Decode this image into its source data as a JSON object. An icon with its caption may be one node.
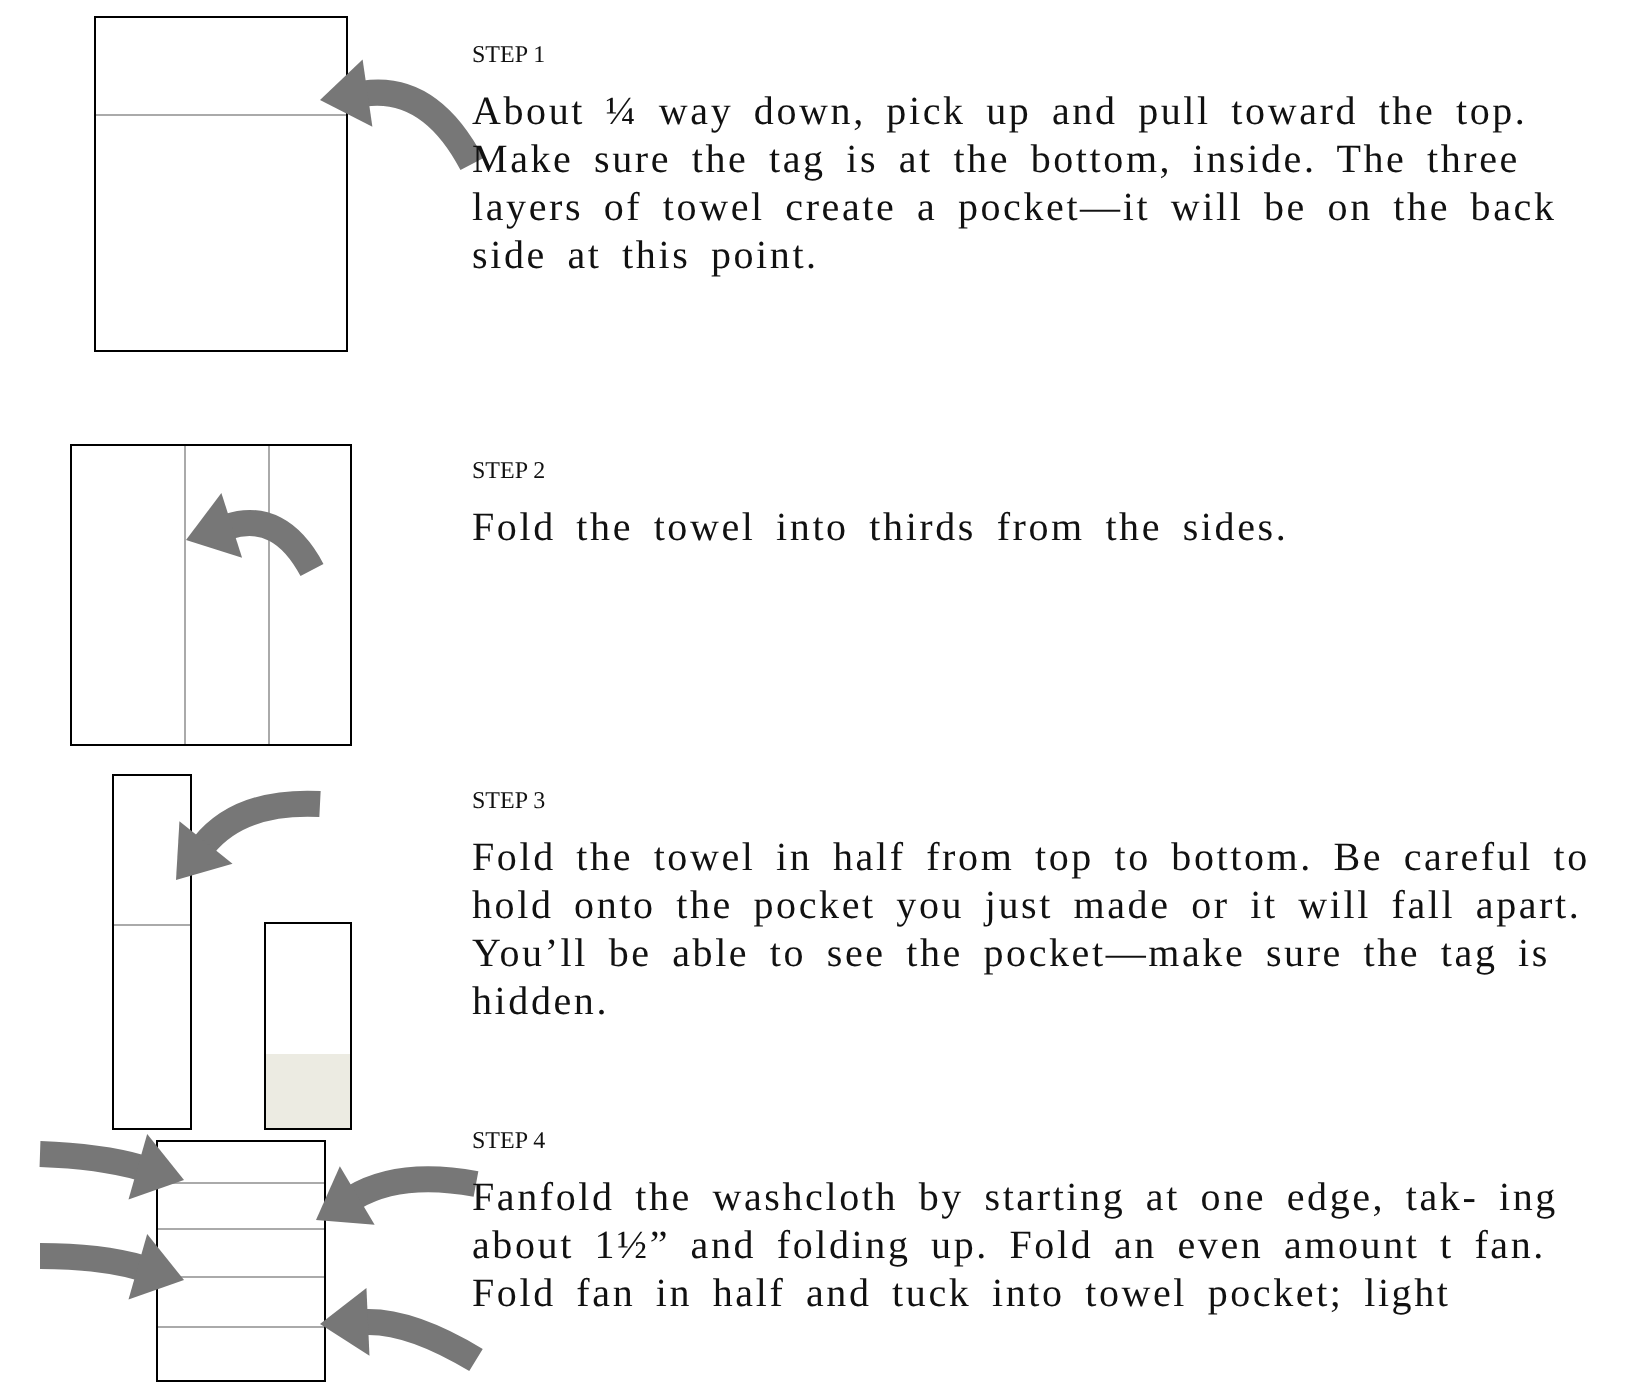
{
  "diagram": {
    "labels": [
      "STEP 1",
      "About ¼ way down, pick up and pull toward the top. Make sure the tag is at the bottom, inside. The three layers of towel create a pocket—it will be on the back side at this point.",
      "STEP 2",
      "Fold the towel into thirds from the sides.",
      "STEP 3",
      "Fold the towel in half from top to bottom. Be careful to hold onto the pocket you just made or it will fall apart. You’ll be able to see the pocket—make sure the tag is hidden.",
      "STEP 4",
      "Fanfold the washcloth by starting at one edge, tak- ing about 1½” and folding up. Fold an even amount t fan. Fold fan in half and tuck into towel pocket; light"
    ]
  }
}
